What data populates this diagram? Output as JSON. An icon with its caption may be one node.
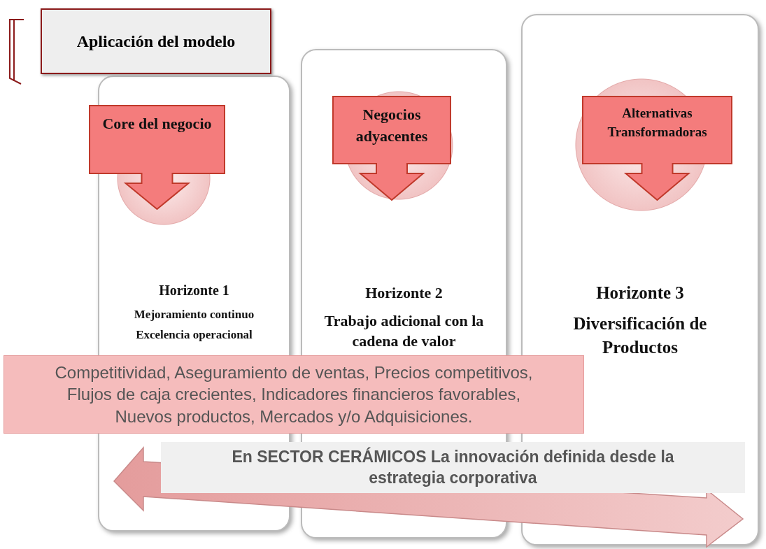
{
  "diagram": {
    "nodes": [
      {
        "text": [
          "Aplicación del modelo"
        ]
      },
      {
        "text": [
          "Horizonte 1",
          "Mejoramiento continuo",
          "Excelencia operacional"
        ]
      },
      {
        "text": [
          "Core del negocio"
        ]
      },
      {
        "text": [
          "Horizonte 2",
          "Trabajo adicional con la cadena de valor"
        ]
      },
      {
        "text": [
          "Negocios adyacentes"
        ],
        "in": 3
      },
      {
        "text": [
          "Horizonte 3",
          "Diversificación de Productos"
        ]
      },
      {
        "text": [
          "Alternativas Transformadoras"
        ],
        "in": 5
      },
      {
        "text": [
          "Competitividad, Aseguramiento de ventas, Precios competitivos, Flujos de caja crecientes, Indicadores financieros favorables,  Nuevos productos, Mercados y/o Adquisiciones."
        ]
      },
      {
        "text": [
          "En SECTOR CERÁMICOS La innovación definida desde la estrategia corporativa"
        ]
      }
    ],
    "edges": []
  }
}
